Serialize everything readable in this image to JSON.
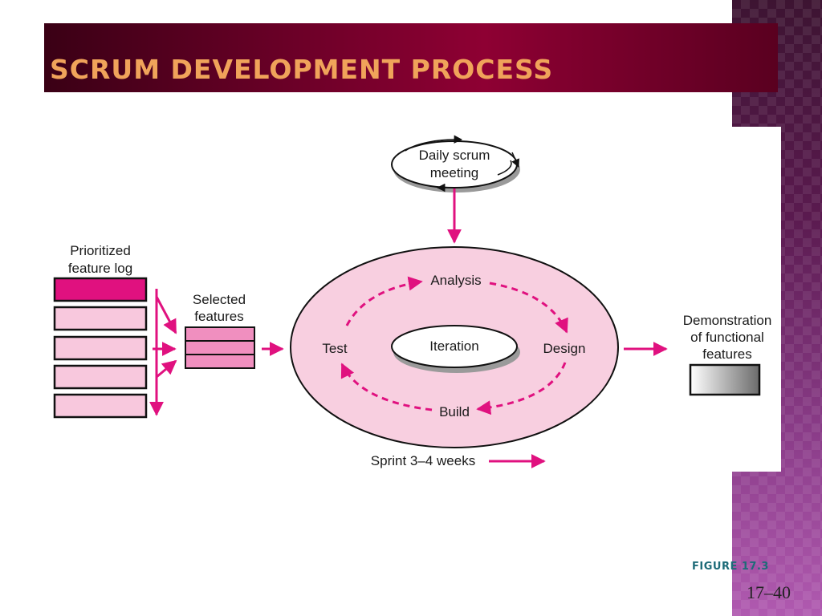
{
  "slide": {
    "title": "Scrum Development Process",
    "figure_label": "FIGURE 17.3",
    "page_number": "17–40"
  },
  "diagram": {
    "daily_scrum": [
      "Daily scrum",
      "meeting"
    ],
    "prioritized_log": [
      "Prioritized",
      "feature log"
    ],
    "selected_features": [
      "Selected",
      "features"
    ],
    "iteration": "Iteration",
    "analysis": "Analysis",
    "design": "Design",
    "build": "Build",
    "test": "Test",
    "demonstration": [
      "Demonstration",
      "of functional",
      "features"
    ],
    "sprint": "Sprint 3–4 weeks"
  },
  "colors": {
    "accent_pink": "#e0117f",
    "light_pink": "#f8c8dd",
    "ring_fill": "#f8cfe0",
    "title_text": "#f0a35a",
    "title_bar": "#7a002c",
    "figure_label": "#1d6b78"
  }
}
